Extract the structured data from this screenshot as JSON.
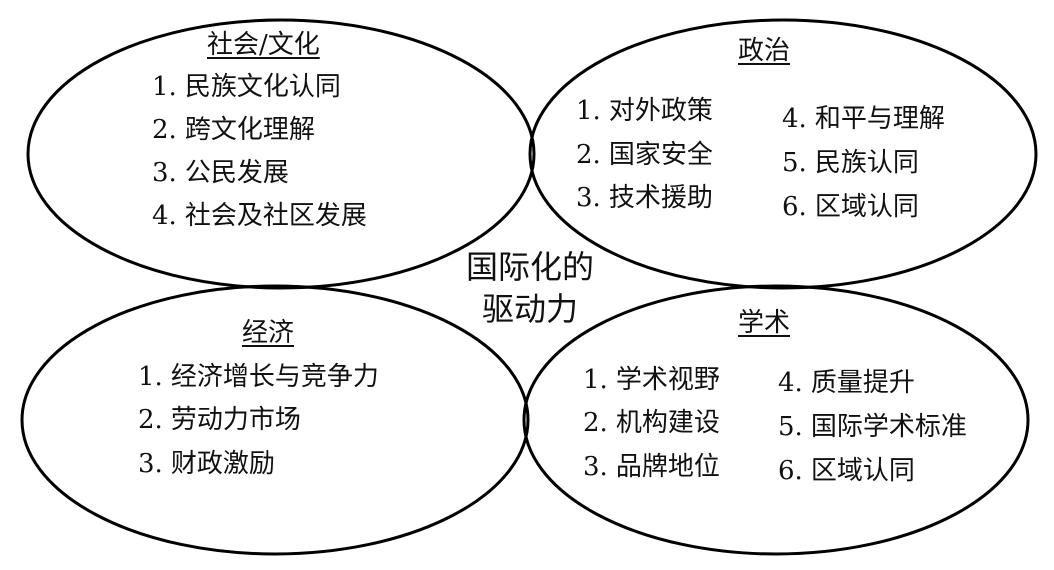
{
  "diagram": {
    "center_label": {
      "line1": "国际化的",
      "line2": "驱动力"
    },
    "stroke_color": "#000000",
    "background": "#ffffff",
    "quadrants": [
      {
        "id": "social-cultural",
        "title": "社会/文化",
        "items": [
          {
            "num": "1.",
            "text": "民族文化认同"
          },
          {
            "num": "2.",
            "text": "跨文化理解"
          },
          {
            "num": "3.",
            "text": "公民发展"
          },
          {
            "num": "4.",
            "text": "社会及社区发展"
          }
        ]
      },
      {
        "id": "political",
        "title": "政治",
        "items": [
          {
            "num": "1.",
            "text": "对外政策"
          },
          {
            "num": "2.",
            "text": "国家安全"
          },
          {
            "num": "3.",
            "text": "技术援助"
          },
          {
            "num": "4.",
            "text": "和平与理解"
          },
          {
            "num": "5.",
            "text": "民族认同"
          },
          {
            "num": "6.",
            "text": "区域认同"
          }
        ]
      },
      {
        "id": "economic",
        "title": "经济",
        "items": [
          {
            "num": "1.",
            "text": "经济增长与竞争力"
          },
          {
            "num": "2.",
            "text": "劳动力市场"
          },
          {
            "num": "3.",
            "text": "财政激励"
          }
        ]
      },
      {
        "id": "academic",
        "title": "学术",
        "items": [
          {
            "num": "1.",
            "text": "学术视野"
          },
          {
            "num": "2.",
            "text": "机构建设"
          },
          {
            "num": "3.",
            "text": "品牌地位"
          },
          {
            "num": "4.",
            "text": "质量提升"
          },
          {
            "num": "5.",
            "text": "国际学术标准"
          },
          {
            "num": "6.",
            "text": "区域认同"
          }
        ]
      }
    ]
  }
}
